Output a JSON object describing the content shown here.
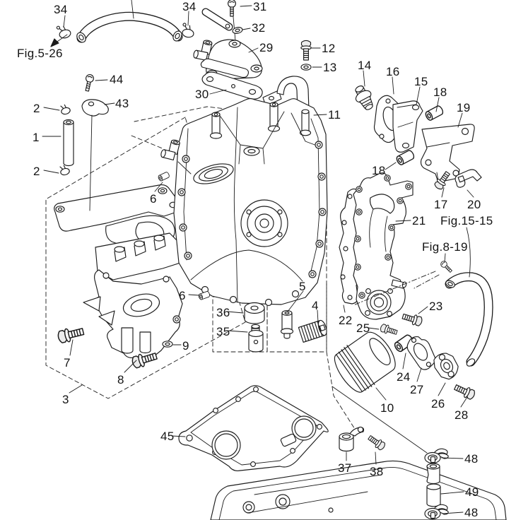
{
  "diagram": {
    "kind": "exploded-parts-diagram",
    "background_color": "#ffffff",
    "line_color": "#1c1c1c"
  },
  "callouts": {
    "l34a": "34",
    "l34b": "34",
    "l44": "44",
    "l43": "43",
    "l2a": "2",
    "l1": "1",
    "l2b": "2",
    "l31": "31",
    "l32": "32",
    "l29": "29",
    "l30": "30",
    "l12": "12",
    "l13": "13",
    "l11": "11",
    "l14": "14",
    "l16": "16",
    "l15": "15",
    "l18a": "18",
    "l19": "19",
    "l18b": "18",
    "l17": "17",
    "l20": "20",
    "l21": "21",
    "l6a": "6",
    "l6b": "6",
    "l5": "5",
    "l4": "4",
    "l36": "36",
    "l35": "35",
    "l22": "22",
    "l23": "23",
    "l25": "25",
    "l24": "24",
    "l27": "27",
    "l10": "10",
    "l26": "26",
    "l28": "28",
    "l9": "9",
    "l7": "7",
    "l8": "8",
    "l3": "3",
    "l45": "45",
    "l37": "37",
    "l38": "38",
    "l48a": "48",
    "l49": "49",
    "l48b": "48"
  },
  "figure_refs": {
    "fig526": "Fig.5-26",
    "fig1515": "Fig.15-15",
    "fig819": "Fig.8-19"
  }
}
